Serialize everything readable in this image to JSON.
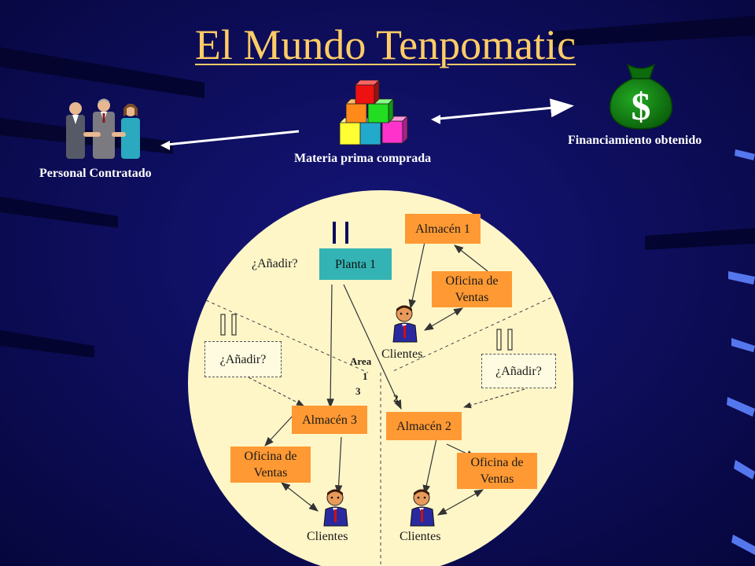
{
  "title": "El Mundo Tenpomatic",
  "captions": {
    "personal": "Personal Contratado",
    "materia": "Materia prima comprada",
    "financiamiento": "Financiamiento obtenido"
  },
  "circle": {
    "planta": "Planta 1",
    "anadir": "¿Añadir?",
    "anadir_left": "¿Añadir?",
    "anadir_right": "¿Añadir?",
    "almacen1": "Almacén 1",
    "almacen2": "Almacén 2",
    "almacen3": "Almacén 3",
    "oficina1": "Oficina de Ventas",
    "oficina2": "Oficina de Ventas",
    "oficina3": "Oficina de Ventas",
    "clientes_top": "Clientes",
    "clientes_left": "Clientes",
    "clientes_right": "Clientes",
    "area_label": "Area",
    "area_1": "1",
    "area_2": "2",
    "area_3": "3"
  },
  "colors": {
    "background": "#0b0b5e",
    "title": "#ffcc66",
    "circle_fill": "#fff6c8",
    "box_orange": "#ff9933",
    "box_teal": "#33b3b3"
  },
  "icons": [
    "business-people-icon",
    "stacked-blocks-icon",
    "money-bag-icon",
    "client-person-icon"
  ]
}
